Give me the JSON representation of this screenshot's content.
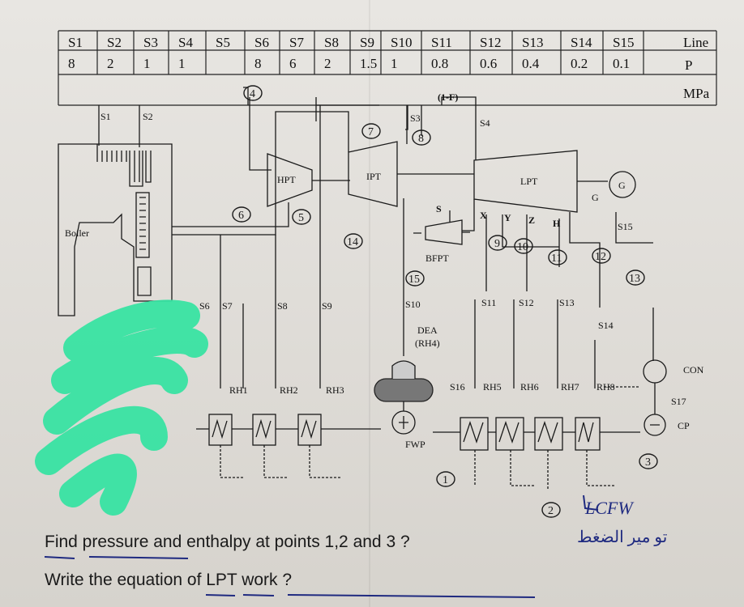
{
  "table": {
    "states": [
      "S1",
      "S2",
      "S3",
      "S4",
      "S5",
      "S6",
      "S7",
      "S8",
      "S9",
      "S10",
      "S11",
      "S12",
      "S13",
      "S14",
      "S15"
    ],
    "pressures": [
      "8",
      "2",
      "1",
      "1",
      "",
      "8",
      "6",
      "2",
      "1.5",
      "1",
      "0.8",
      "0.6",
      "0.4",
      "0.2",
      "0.1"
    ],
    "row_label_1": "Line",
    "row_label_2": "P",
    "unit": "MPa"
  },
  "diagram": {
    "boiler": "Boiler",
    "hpt": "HPT",
    "ipt": "IPT",
    "lpt": "LPT",
    "generator": "G",
    "generator_label": "G",
    "fraction": "(1-F)",
    "bfpt": "BFPT",
    "s": "S",
    "x": "X",
    "y": "Y",
    "z": "Z",
    "h": "H",
    "dea": "DEA",
    "dea_sub": "(RH4)",
    "con": "CON",
    "cp": "CP",
    "fwp": "FWP",
    "rh1": "RH1",
    "rh2": "RH2",
    "rh3": "RH3",
    "rh5": "RH5",
    "rh6": "RH6",
    "rh7": "RH7",
    "rh8": "RH8",
    "lines": {
      "s1": "S1",
      "s2": "S2",
      "s3": "S3",
      "s4": "S4",
      "s6": "S6",
      "s7": "S7",
      "s8": "S8",
      "s9": "S9",
      "s10": "S10",
      "s11": "S11",
      "s12": "S12",
      "s13": "S13",
      "s14": "S14",
      "s15": "S15",
      "s16": "S16",
      "s17": "S17"
    },
    "circled": [
      "4",
      "7",
      "8",
      "6",
      "5",
      "14",
      "15",
      "9",
      "10",
      "11",
      "12",
      "13",
      "1",
      "2",
      "3"
    ],
    "hand_note": "LCFW",
    "hand_note_ar": "تو مير الضغط"
  },
  "questions": {
    "q1": "Find pressure and enthalpy at points 1,2 and 3 ?",
    "q2": "Write the equation of LPT work ?"
  },
  "colors": {
    "ink": "#1a1a1a",
    "pen": "#1f2a80",
    "highlighter": "#38e3a2"
  }
}
